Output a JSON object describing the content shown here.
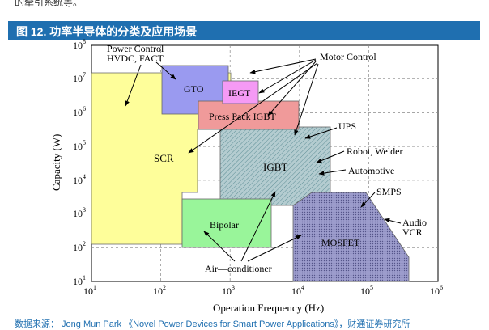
{
  "top_fragment": "的牵引系统等。",
  "figure_title": "图 12. 功率半导体的分类及应用场景",
  "source_fragment": "数据来源： Jong Mun Park 《Novel Power Devices for Smart Power Applications》，财通证券研究所",
  "axes": {
    "xlabel": "Operation Frequency (Hz)",
    "ylabel": "Capacity (W)",
    "x_ticks": [
      {
        "base": "10",
        "exp": "1"
      },
      {
        "base": "10",
        "exp": "2"
      },
      {
        "base": "10",
        "exp": "3"
      },
      {
        "base": "10",
        "exp": "4"
      },
      {
        "base": "10",
        "exp": "5"
      },
      {
        "base": "10",
        "exp": "6"
      }
    ],
    "y_ticks": [
      {
        "base": "10",
        "exp": "1"
      },
      {
        "base": "10",
        "exp": "2"
      },
      {
        "base": "10",
        "exp": "3"
      },
      {
        "base": "10",
        "exp": "4"
      },
      {
        "base": "10",
        "exp": "5"
      },
      {
        "base": "10",
        "exp": "6"
      },
      {
        "base": "10",
        "exp": "7"
      },
      {
        "base": "10",
        "exp": "8"
      }
    ]
  },
  "devices": {
    "scr": "SCR",
    "gto": "GTO",
    "iegt": "IEGT",
    "press_pack": "Press Pack IGBT",
    "igbt": "IGBT",
    "bipolar": "Bipolar",
    "mosfet": "MOSFET"
  },
  "applications": {
    "power_control_1": "Power Control",
    "power_control_2": "HVDC, FACT",
    "motor_control": "Motor Control",
    "ups": "UPS",
    "robot": "Robot, Welder",
    "automotive": "Automotive",
    "smps": "SMPS",
    "audio_1": "Audio",
    "audio_2": "VCR",
    "aircon": "Air—conditioner"
  },
  "colors": {
    "title_bar": "#1f6fb0",
    "scr": "#fefe9a",
    "gto": "#9a9af0",
    "iegt": "#f59af5",
    "press_pack": "#f09a9a",
    "igbt": "#b4ccd0",
    "bipolar": "#99f59a",
    "mosfet": "#9c9ccc"
  }
}
